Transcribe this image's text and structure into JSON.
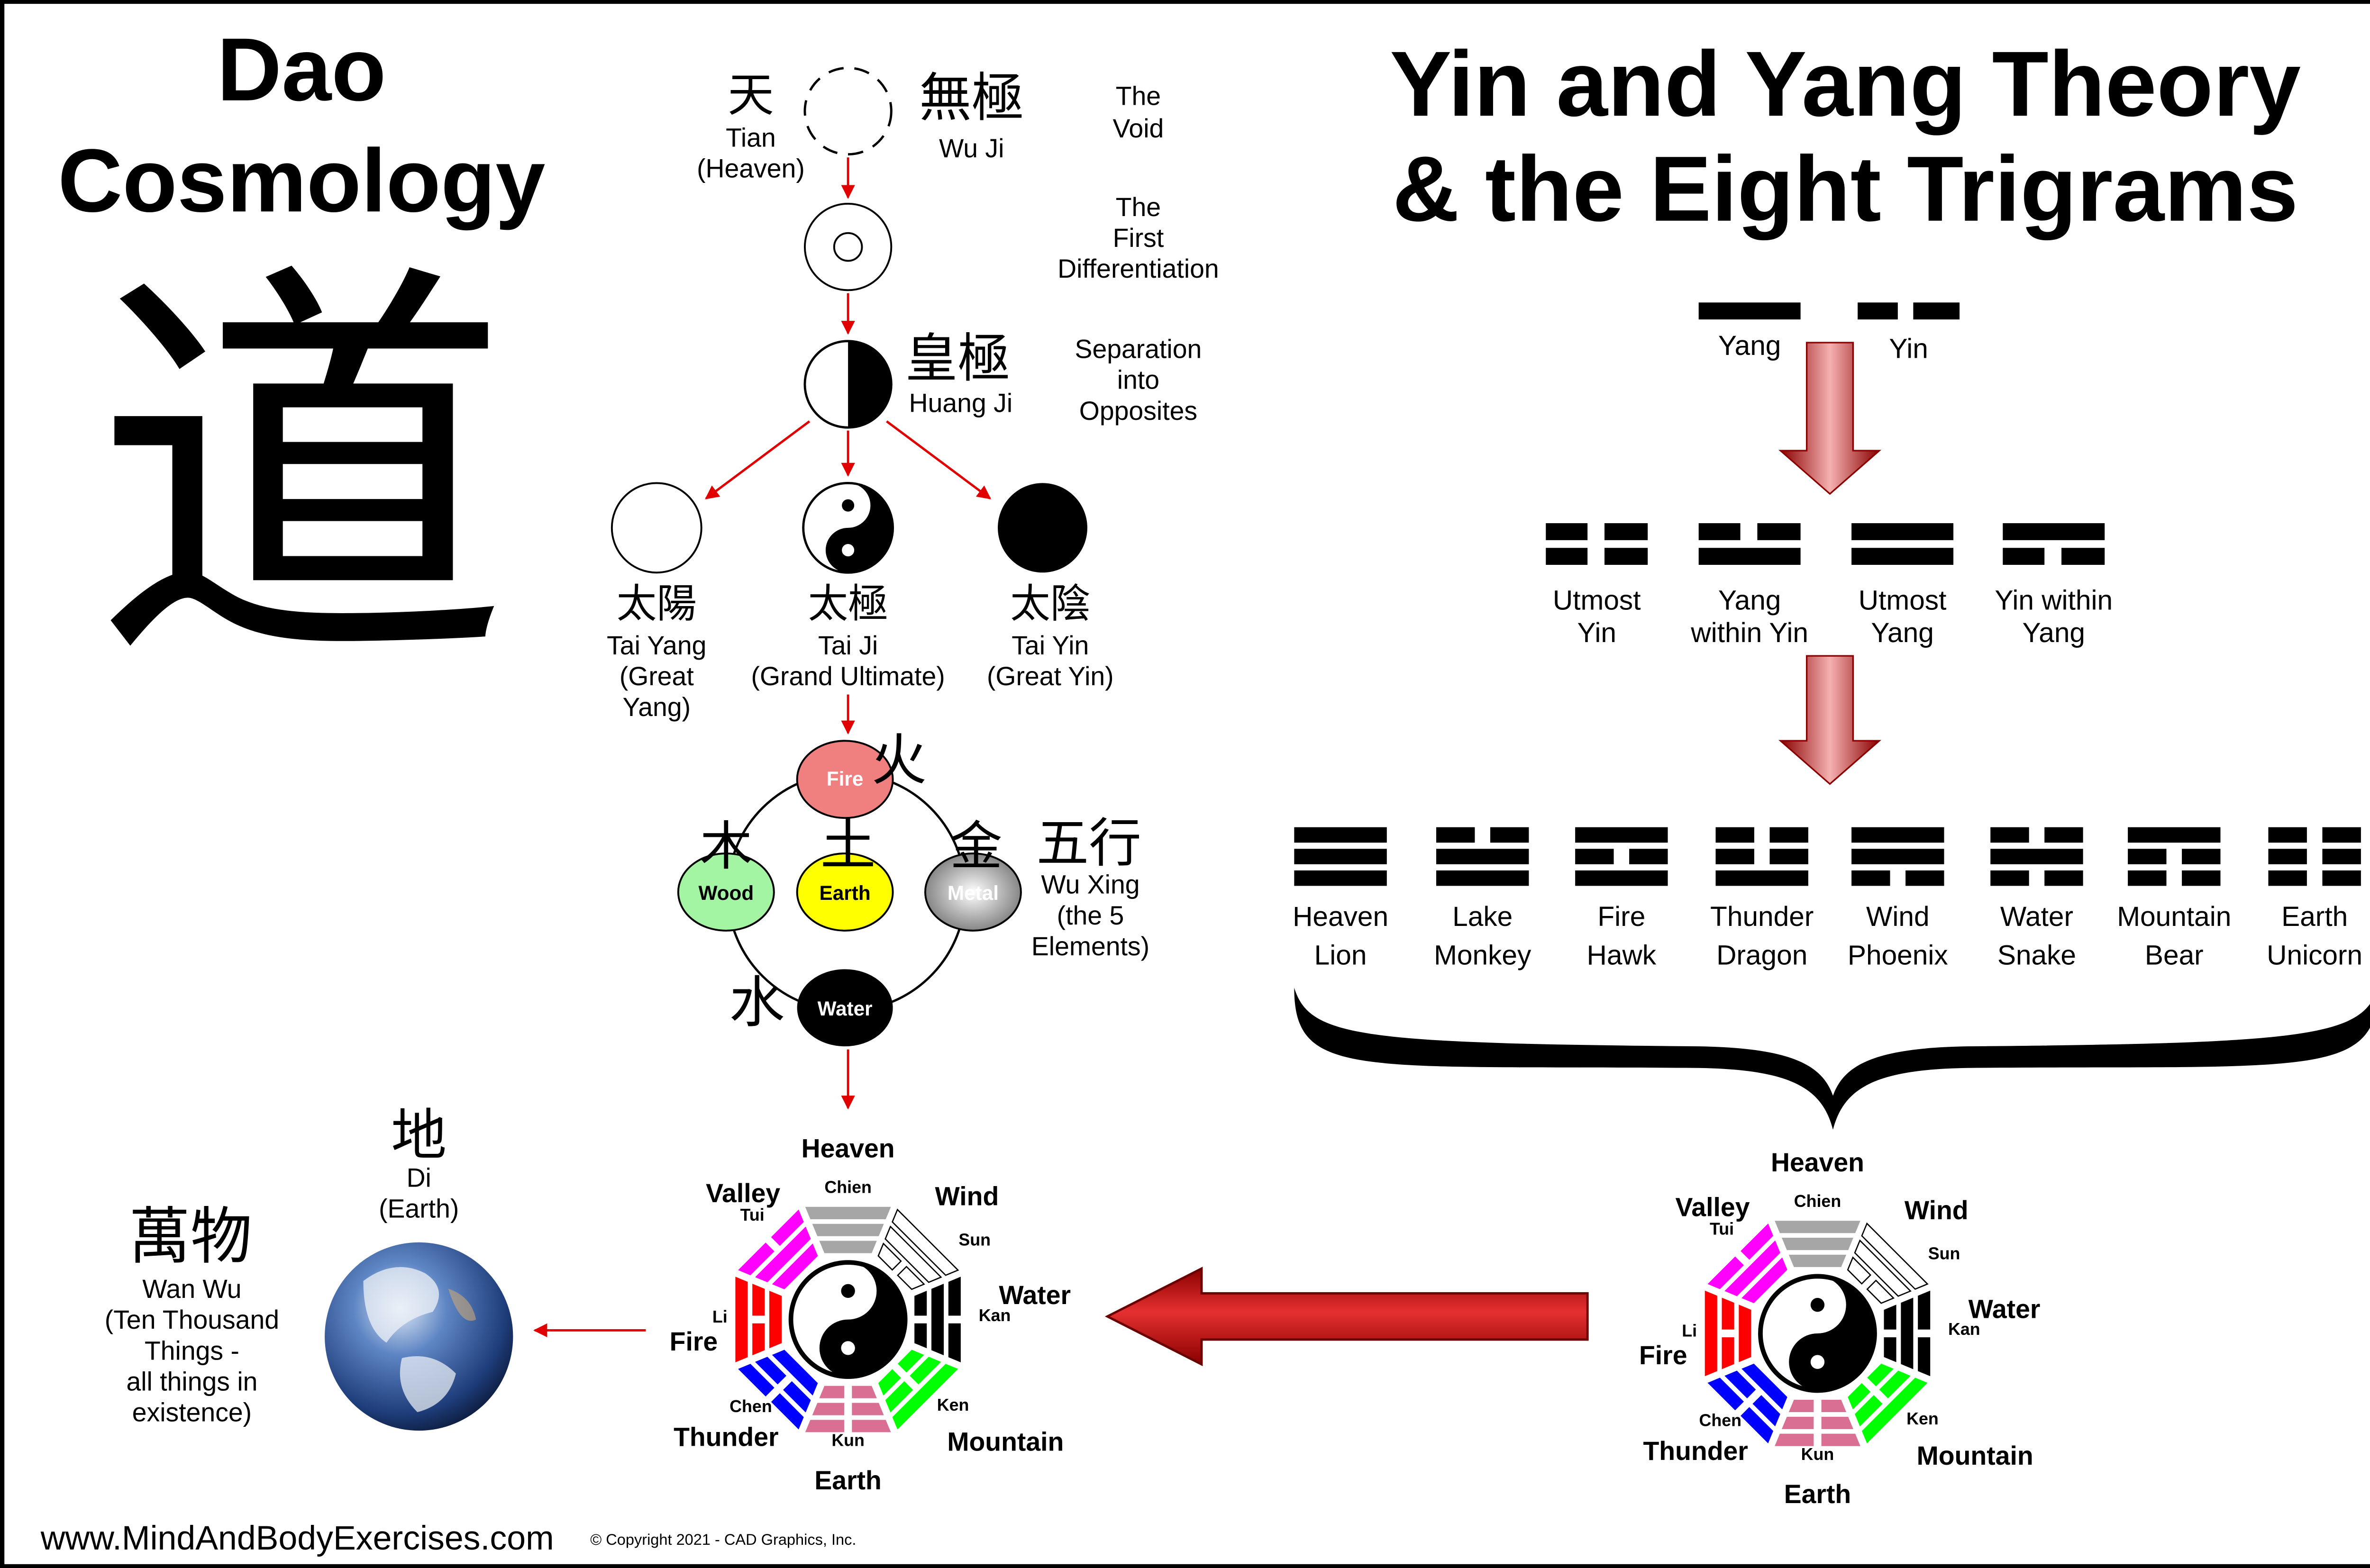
{
  "left_title": {
    "line1": "Dao",
    "line2": "Cosmology",
    "glyph": "道"
  },
  "right_title": {
    "line1": "Yin and Yang Theory",
    "line2": "& the Eight Trigrams"
  },
  "cosmology": {
    "tian": {
      "cjk": "天",
      "name": "Tian",
      "meaning": "(Heaven)"
    },
    "wuji": {
      "cjk": "無極",
      "name": "Wu Ji"
    },
    "void": {
      "line1": "The",
      "line2": "Void"
    },
    "first_diff": {
      "line1": "The",
      "line2": "First",
      "line3": "Differentiation"
    },
    "huangji": {
      "cjk": "皇極",
      "name": "Huang Ji"
    },
    "separation": {
      "line1": "Separation",
      "line2": "into",
      "line3": "Opposites"
    },
    "taiyang": {
      "cjk": "太陽",
      "line1": "Tai Yang",
      "line2": "(Great",
      "line3": "Yang)"
    },
    "taiji": {
      "cjk": "太極",
      "line1": "Tai Ji",
      "line2": "(Grand Ultimate)"
    },
    "taiyin": {
      "cjk": "太陰",
      "line1": "Tai Yin",
      "line2": "(Great Yin)"
    },
    "wuxing": {
      "cjk": "五行",
      "line1": "Wu Xing",
      "line2": "(the 5",
      "line3": "Elements)"
    },
    "elements": {
      "fire": {
        "label": "Fire",
        "cjk": "火",
        "color": "#f08080"
      },
      "wood": {
        "label": "Wood",
        "cjk": "木",
        "color": "#a3f5a3"
      },
      "earth": {
        "label": "Earth",
        "cjk": "土",
        "color": "#ffff00"
      },
      "metal": {
        "label": "Metal",
        "cjk": "金",
        "color": "#a9a9a9"
      },
      "water": {
        "label": "Water",
        "cjk": "水",
        "color": "#000000"
      }
    },
    "di": {
      "cjk": "地",
      "name": "Di",
      "meaning": "(Earth)"
    },
    "wanwu": {
      "cjk": "萬物",
      "line1": "Wan Wu",
      "line2": "(Ten Thousand",
      "line3": "Things -",
      "line4": "all things in",
      "line5": "existence)"
    }
  },
  "yinyang": {
    "yang": "Yang",
    "yin": "Yin",
    "bigrams": [
      {
        "line1": "Utmost",
        "line2": "Yin",
        "lines": [
          0,
          0
        ]
      },
      {
        "line1": "Yang",
        "line2": "within Yin",
        "lines": [
          0,
          1
        ]
      },
      {
        "line1": "Utmost",
        "line2": "Yang",
        "lines": [
          1,
          1
        ]
      },
      {
        "line1": "Yin within",
        "line2": "Yang",
        "lines": [
          1,
          0
        ]
      }
    ],
    "trigrams": [
      {
        "line1": "Heaven",
        "line2": "Lion",
        "lines": [
          1,
          1,
          1
        ]
      },
      {
        "line1": "Lake",
        "line2": "Monkey",
        "lines": [
          0,
          1,
          1
        ]
      },
      {
        "line1": "Fire",
        "line2": "Hawk",
        "lines": [
          1,
          0,
          1
        ]
      },
      {
        "line1": "Thunder",
        "line2": "Dragon",
        "lines": [
          0,
          0,
          1
        ]
      },
      {
        "line1": "Wind",
        "line2": "Phoenix",
        "lines": [
          1,
          1,
          0
        ]
      },
      {
        "line1": "Water",
        "line2": "Snake",
        "lines": [
          0,
          1,
          0
        ]
      },
      {
        "line1": "Mountain",
        "line2": "Bear",
        "lines": [
          1,
          0,
          0
        ]
      },
      {
        "line1": "Earth",
        "line2": "Unicorn",
        "lines": [
          0,
          0,
          0
        ]
      }
    ]
  },
  "bagua": {
    "sectors": [
      {
        "name": "Chien",
        "element": "Heaven",
        "color": "#a6a6a6",
        "lines_inner_to_outer": [
          1,
          1,
          1
        ]
      },
      {
        "name": "Sun",
        "element": "Wind",
        "color": "#ffffff",
        "lines_inner_to_outer": [
          0,
          1,
          1
        ]
      },
      {
        "name": "Kan",
        "element": "Water",
        "color": "#000000",
        "lines_inner_to_outer": [
          0,
          1,
          0
        ]
      },
      {
        "name": "Ken",
        "element": "Mountain",
        "color": "#00ff00",
        "lines_inner_to_outer": [
          0,
          0,
          1
        ]
      },
      {
        "name": "Kun",
        "element": "Earth",
        "color": "#d97093",
        "lines_inner_to_outer": [
          0,
          0,
          0
        ]
      },
      {
        "name": "Chen",
        "element": "Thunder",
        "color": "#0000ff",
        "lines_inner_to_outer": [
          1,
          0,
          0
        ]
      },
      {
        "name": "Li",
        "element": "Fire",
        "color": "#ff0000",
        "lines_inner_to_outer": [
          1,
          0,
          1
        ]
      },
      {
        "name": "Tui",
        "element": "Valley",
        "color": "#ff00ff",
        "lines_inner_to_outer": [
          1,
          1,
          0
        ]
      }
    ]
  },
  "footer": {
    "website": "www.MindAndBodyExercises.com",
    "copyright": "© Copyright 2021 - CAD Graphics, Inc."
  },
  "colors": {
    "arrow_red": "#e00000",
    "big_arrow_dark": "#a00000",
    "big_arrow_light": "#e02020"
  }
}
